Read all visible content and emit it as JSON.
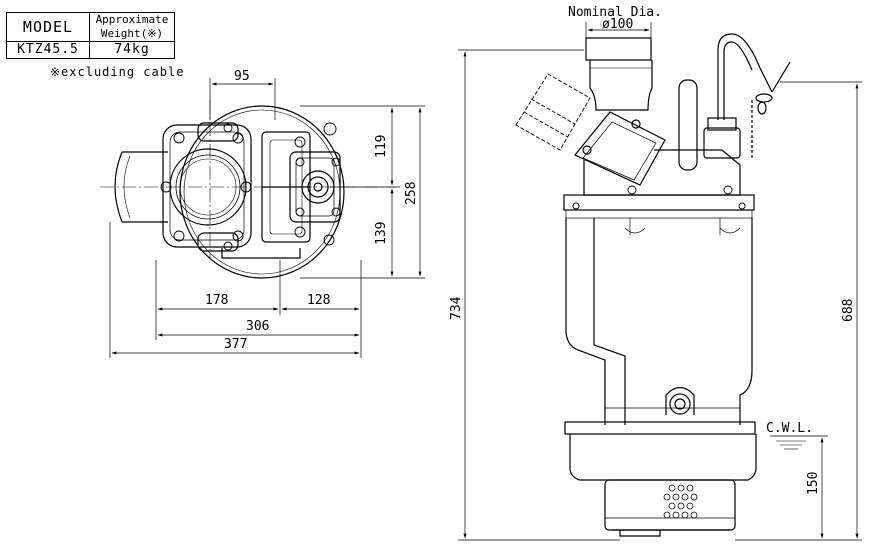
{
  "spec_table": {
    "header_model": "MODEL",
    "header_weight_line1": "Approximate",
    "header_weight_line2": "Weight(※)",
    "model_value": "KTZ45.5",
    "weight_value": "74kg"
  },
  "footnote": "※excluding cable",
  "labels": {
    "nominal_dia": "Nominal Dia.",
    "nominal_dia_value": "ø100",
    "cwl": "C.W.L."
  },
  "dimensions": {
    "top_95": "95",
    "right_119": "119",
    "right_139": "139",
    "right_258": "258",
    "bottom_178": "178",
    "bottom_128": "128",
    "bottom_306": "306",
    "bottom_377": "377",
    "height_734": "734",
    "height_688": "688",
    "height_150": "150"
  },
  "colors": {
    "line": "#000000",
    "background": "#ffffff"
  }
}
